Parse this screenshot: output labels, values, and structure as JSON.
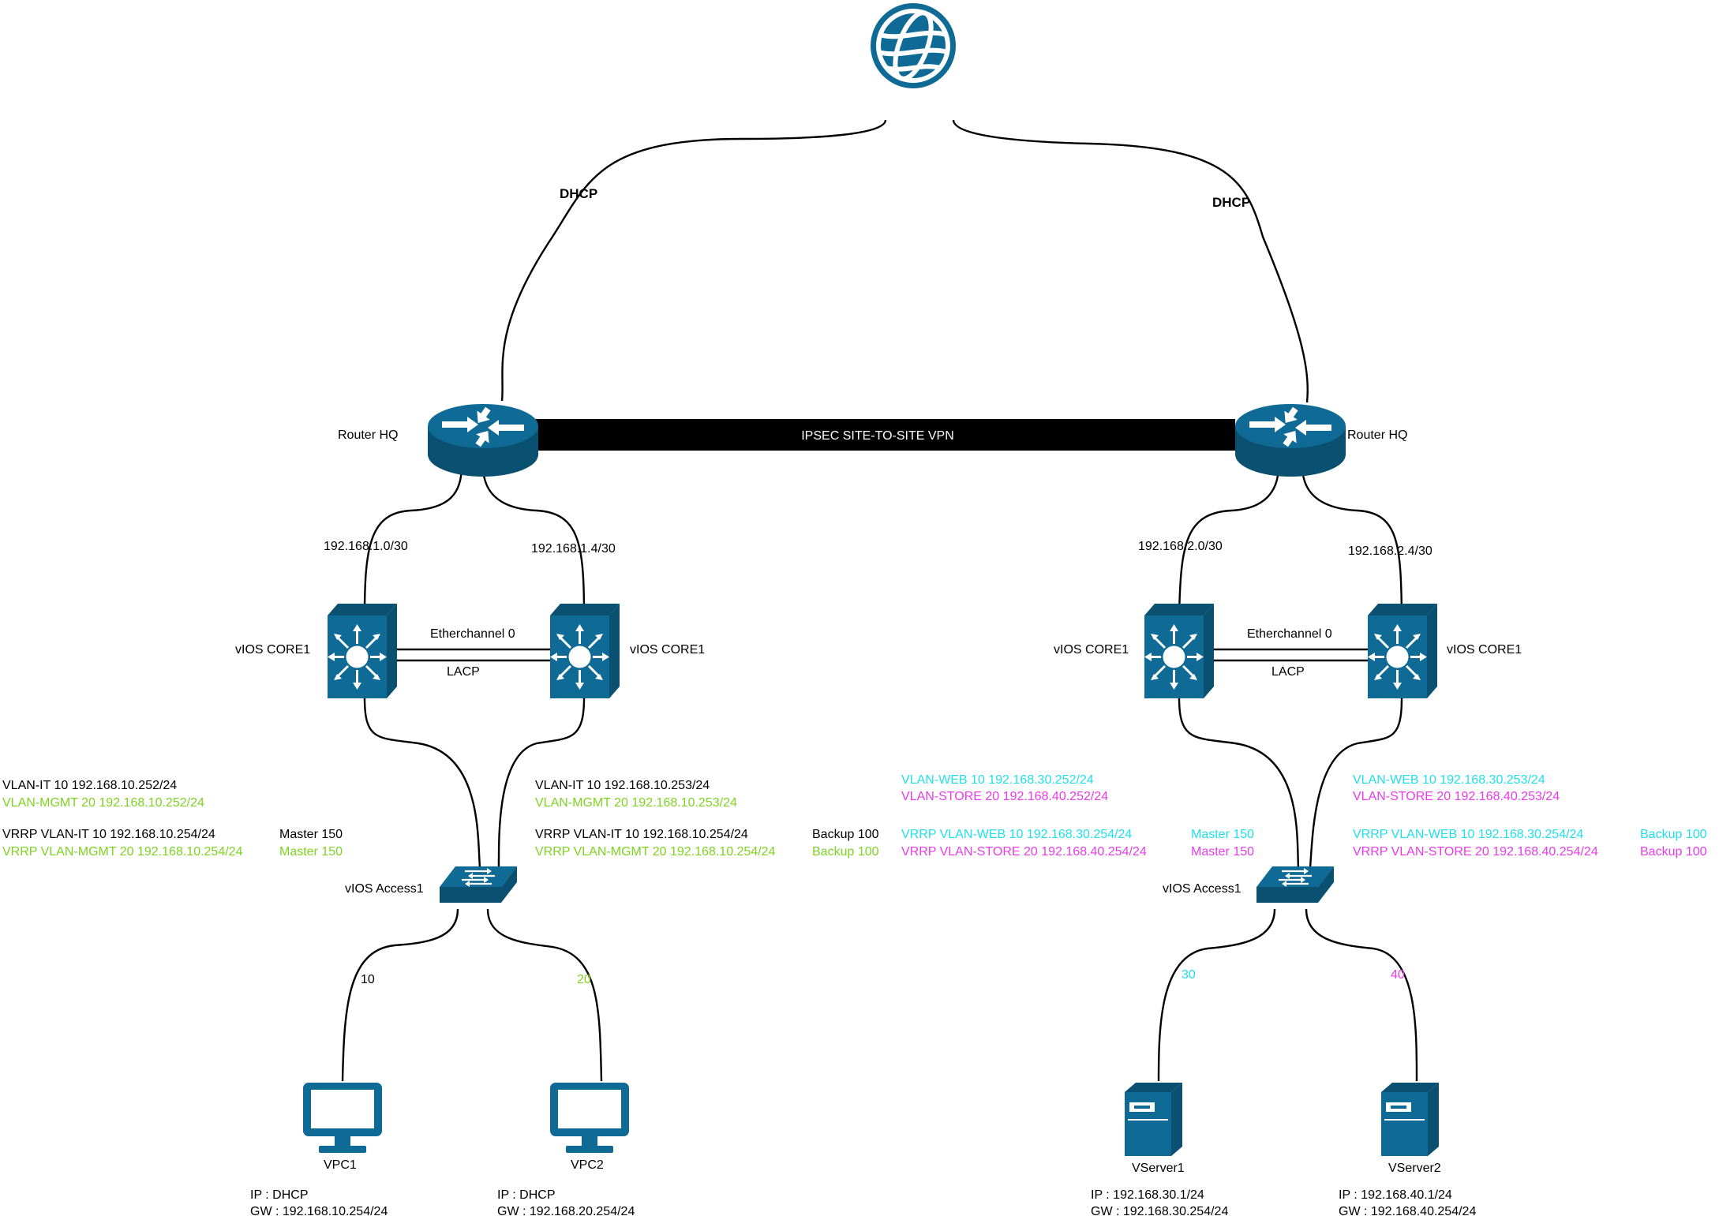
{
  "colors": {
    "device": "#0f6a96",
    "green": "#7ED321",
    "cyan": "#21E0EC",
    "magenta": "#E83CE8",
    "black": "#000000"
  },
  "internet": {
    "icon": "globe-icon"
  },
  "links": {
    "dhcp_left": "DHCP",
    "dhcp_right": "DHCP",
    "vpn": "IPSEC SITE-TO-SITE VPN"
  },
  "hq": {
    "router_label": "Router HQ",
    "subnet_left": "192.168.1.0/30",
    "subnet_right": "192.168.1.4/30",
    "core_left": "vIOS CORE1",
    "core_right": "vIOS CORE1",
    "etherchannel": "Etherchannel 0",
    "lacp": "LACP",
    "access": "vIOS Access1",
    "core_left_cfg": {
      "vlan1": "VLAN-IT 10 192.168.10.252/24",
      "vlan2": "VLAN-MGMT 20 192.168.10.252/24",
      "vrrp1": "VRRP VLAN-IT 10 192.168.10.254/24",
      "vrrp1_role": "Master 150",
      "vrrp2": "VRRP VLAN-MGMT 20 192.168.10.254/24",
      "vrrp2_role": "Master 150"
    },
    "core_right_cfg": {
      "vlan1": "VLAN-IT 10 192.168.10.253/24",
      "vlan2": "VLAN-MGMT 20 192.168.10.253/24",
      "vrrp1": "VRRP VLAN-IT 10 192.168.10.254/24",
      "vrrp1_role": "Backup 100",
      "vrrp2": "VRRP VLAN-MGMT 20 192.168.10.254/24",
      "vrrp2_role": "Backup 100"
    },
    "port_left": "10",
    "port_right": "20",
    "host1": {
      "name": "VPC1",
      "ip": "IP : DHCP",
      "gw": "GW : 192.168.10.254/24"
    },
    "host2": {
      "name": "VPC2",
      "ip": "IP : DHCP",
      "gw": "GW : 192.168.20.254/24"
    }
  },
  "branch": {
    "router_label": "Router HQ",
    "subnet_left": "192.168.2.0/30",
    "subnet_right": "192.168.2.4/30",
    "core_left": "vIOS CORE1",
    "core_right": "vIOS CORE1",
    "etherchannel": "Etherchannel 0",
    "lacp": "LACP",
    "access": "vIOS Access1",
    "core_left_cfg": {
      "vlan1": "VLAN-WEB 10 192.168.30.252/24",
      "vlan2": "VLAN-STORE 20 192.168.40.252/24",
      "vrrp1": "VRRP VLAN-WEB 10 192.168.30.254/24",
      "vrrp1_role": "Master 150",
      "vrrp2": "VRRP VLAN-STORE 20 192.168.40.254/24",
      "vrrp2_role": "Master 150"
    },
    "core_right_cfg": {
      "vlan1": "VLAN-WEB 10 192.168.30.253/24",
      "vlan2": "VLAN-STORE 20 192.168.40.253/24",
      "vrrp1": "VRRP VLAN-WEB 10 192.168.30.254/24",
      "vrrp1_role": "Backup 100",
      "vrrp2": "VRRP VLAN-STORE 20 192.168.40.254/24",
      "vrrp2_role": "Backup 100"
    },
    "port_left": "30",
    "port_right": "40",
    "host1": {
      "name": "VServer1",
      "ip": "IP : 192.168.30.1/24",
      "gw": "GW : 192.168.30.254/24"
    },
    "host2": {
      "name": "VServer2",
      "ip": "IP : 192.168.40.1/24",
      "gw": "GW : 192.168.40.254/24"
    }
  }
}
